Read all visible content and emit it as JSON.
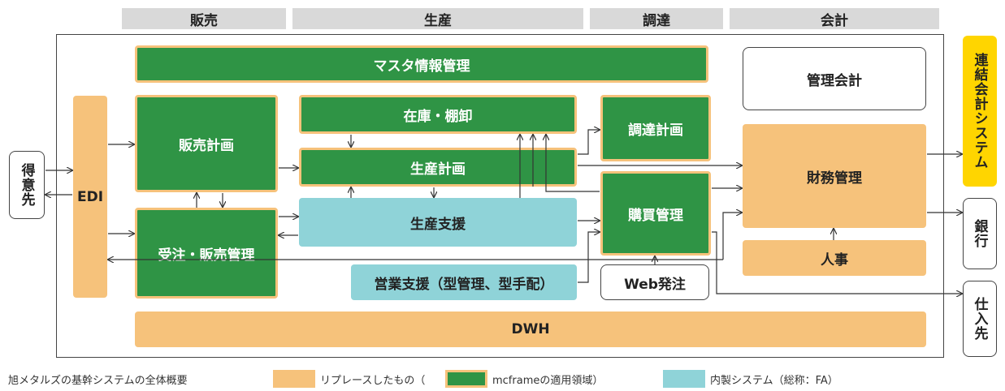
{
  "categories": [
    "販売",
    "生産",
    "調達",
    "会計"
  ],
  "boxes": {
    "master": "マスタ情報管理",
    "mgmt_accounting": "管理会計",
    "edi": "EDI",
    "sales_plan": "販売計画",
    "inventory": "在庫・棚卸",
    "procurement_plan": "調達計画",
    "production_plan": "生産計画",
    "finance": "財務管理",
    "production_support": "生産支援",
    "purchasing": "購買管理",
    "order_sales": "受注・販売管理",
    "sales_support": "営業支援（型管理、型手配）",
    "web_order": "Web発注",
    "hr": "人事",
    "dwh": "DWH"
  },
  "external": {
    "customer": "得意先",
    "consolidated": "連結会計システム",
    "bank": "銀行",
    "supplier": "仕入先"
  },
  "legend": {
    "caption": "旭メタルズの基幹システムの全体概要",
    "replaced": "リプレースしたもの（",
    "mcframe": "mcframeの適用領域）",
    "inhouse": "内製システム（総称：FA）"
  },
  "colors": {
    "green": "#2f9445",
    "orange": "#f6c27b",
    "teal": "#8fd3d8",
    "yellow": "#ffd500",
    "category_gray": "#d9d9d9"
  }
}
